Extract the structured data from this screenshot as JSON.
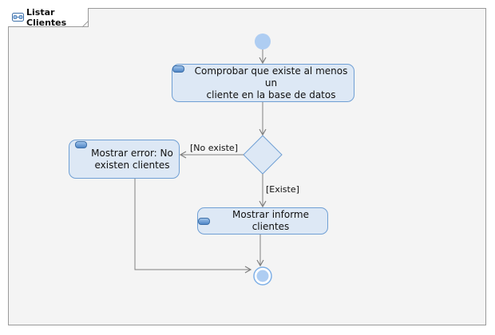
{
  "diagram": {
    "title": "Listar Clientes",
    "actions": {
      "check": {
        "line1": "Comprobar que existe al menos un",
        "line2": "cliente en la base de datos"
      },
      "error": {
        "line1": "Mostrar error: No",
        "line2": "existen clientes"
      },
      "report": {
        "label": "Mostrar informe clientes"
      }
    },
    "guards": {
      "not_exists": "[No existe]",
      "exists": "[Existe]"
    },
    "colors": {
      "node_fill": "#dde8f5",
      "node_border": "#6f9fd4",
      "initial_node": "#aecdf2",
      "line": "#7f7f7f"
    }
  }
}
